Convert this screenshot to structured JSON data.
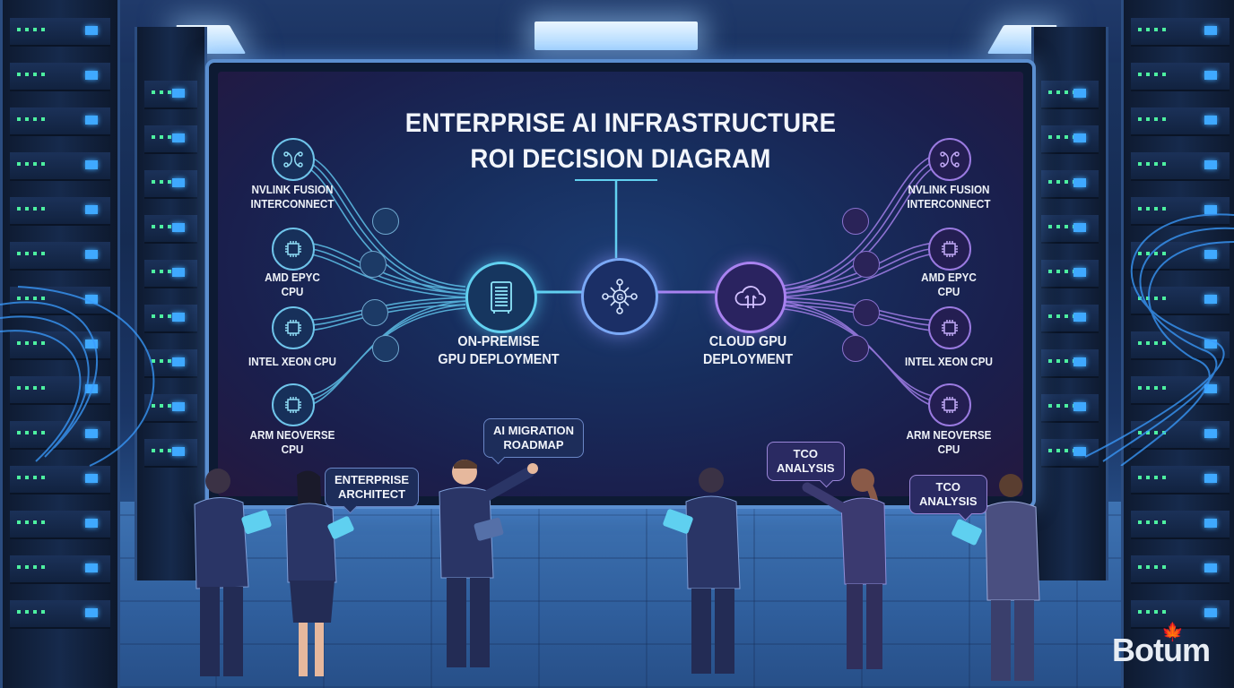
{
  "scene": {
    "type": "illustration",
    "setting": "data-center server room",
    "colors": {
      "background": "#152b52",
      "screen": "#1a1f4d",
      "cyan_accent": "#62d1f0",
      "violet_accent": "#a982f0",
      "text": "#eef2f8",
      "logo_red": "#e0212e"
    }
  },
  "diagram": {
    "title_line1": "ENTERPRISE AI INFRASTRUCTURE",
    "title_line2": "ROI DECISION DIAGRAM",
    "center_node": {
      "icon": "network-hub-icon"
    },
    "left_branch": {
      "label_line1": "ON-PREMISE",
      "label_line2": "GPU DEPLOYMENT",
      "icon": "server-rack-icon",
      "inputs": [
        {
          "line1": "NVLINK FUSION",
          "line2": "INTERCONNECT",
          "icon": "interconnect-icon"
        },
        {
          "line1": "AMD EPYC",
          "line2": "CPU",
          "icon": "chip-icon"
        },
        {
          "line1": "INTEL XEON CPU",
          "line2": "",
          "icon": "chip-icon"
        },
        {
          "line1": "ARM NEOVERSE",
          "line2": "CPU",
          "icon": "chip-icon"
        }
      ]
    },
    "right_branch": {
      "label_line1": "CLOUD GPU",
      "label_line2": "DEPLOYMENT",
      "icon": "cloud-icon",
      "inputs": [
        {
          "line1": "NVLINK FUSION",
          "line2": "INTERCONNECT",
          "icon": "interconnect-icon"
        },
        {
          "line1": "AMD EPYC",
          "line2": "CPU",
          "icon": "chip-icon"
        },
        {
          "line1": "INTEL XEON CPU",
          "line2": "",
          "icon": "chip-icon"
        },
        {
          "line1": "ARM NEOVERSE",
          "line2": "CPU",
          "icon": "chip-icon"
        }
      ]
    }
  },
  "speech_bubbles": [
    {
      "line1": "ENTERPRISE",
      "line2": "ARCHITECT"
    },
    {
      "line1": "AI MIGRATION",
      "line2": "ROADMAP"
    },
    {
      "line1": "TCO",
      "line2": "ANALYSIS"
    },
    {
      "line1": "TCO",
      "line2": "ANALYSIS"
    }
  ],
  "people_count": 6,
  "watermark": {
    "text": "Botum",
    "icon": "maple-leaf-icon"
  }
}
